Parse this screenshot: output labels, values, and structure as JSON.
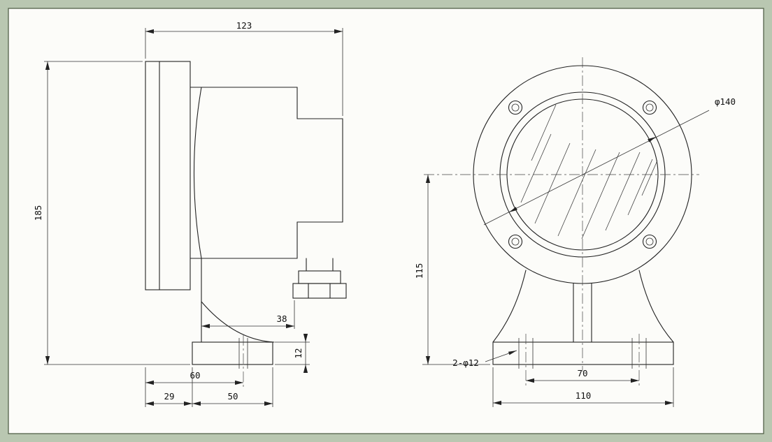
{
  "side_view": {
    "dim_width": "123",
    "dim_height": "185",
    "dim_gland": "38",
    "dim_base_thickness": "12",
    "dim_hole_offset": "60",
    "dim_left_offset": "29",
    "dim_base_width": "50"
  },
  "front_view": {
    "dim_lens_diameter": "φ140",
    "dim_center_height": "115",
    "dim_mount_holes": "2-φ12",
    "dim_hole_spacing": "70",
    "dim_base_width": "110"
  },
  "colors": {
    "background": "#b9c7b1",
    "paper": "#fcfcf9",
    "line": "#222222"
  }
}
